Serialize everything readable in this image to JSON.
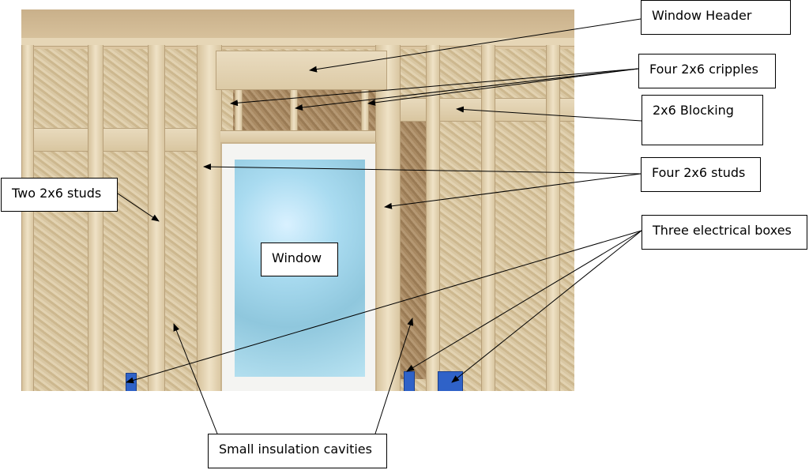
{
  "labels": {
    "window_header": "Window Header",
    "cripples": "Four 2x6 cripples",
    "blocking": "2x6 Blocking",
    "four_studs": "Four 2x6 studs",
    "electrical_boxes": "Three electrical boxes",
    "two_studs": "Two 2x6 studs",
    "window": "Window",
    "insulation": "Small insulation cavities"
  },
  "colors": {
    "arrow": "#000000",
    "box_border": "#000000",
    "electrical_box": "#2f62c8"
  }
}
